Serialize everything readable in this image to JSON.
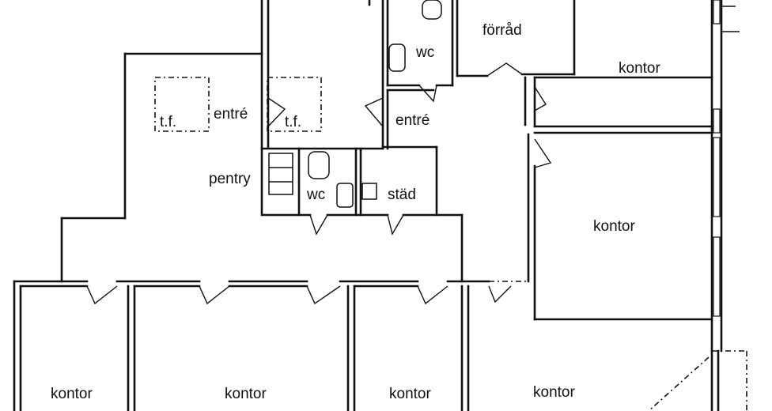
{
  "floor_plan": {
    "rooms": {
      "forrad": "förråd",
      "wc_upper": "wc",
      "kontor_top_right": "kontor",
      "tf_left": "t.f.",
      "entre_left": "entré",
      "tf_right": "t.f.",
      "entre_right": "entré",
      "pentry": "pentry",
      "wc_lower": "wc",
      "stad": "städ",
      "kontor_mid_right": "kontor",
      "kontor_bottom_1": "kontor",
      "kontor_bottom_2": "kontor",
      "kontor_bottom_3": "kontor",
      "kontor_bottom_4": "kontor"
    },
    "icons": [
      "toilet-icon",
      "sink-icon",
      "door-swing-icon",
      "kitchenette-icon",
      "window-icon"
    ]
  }
}
